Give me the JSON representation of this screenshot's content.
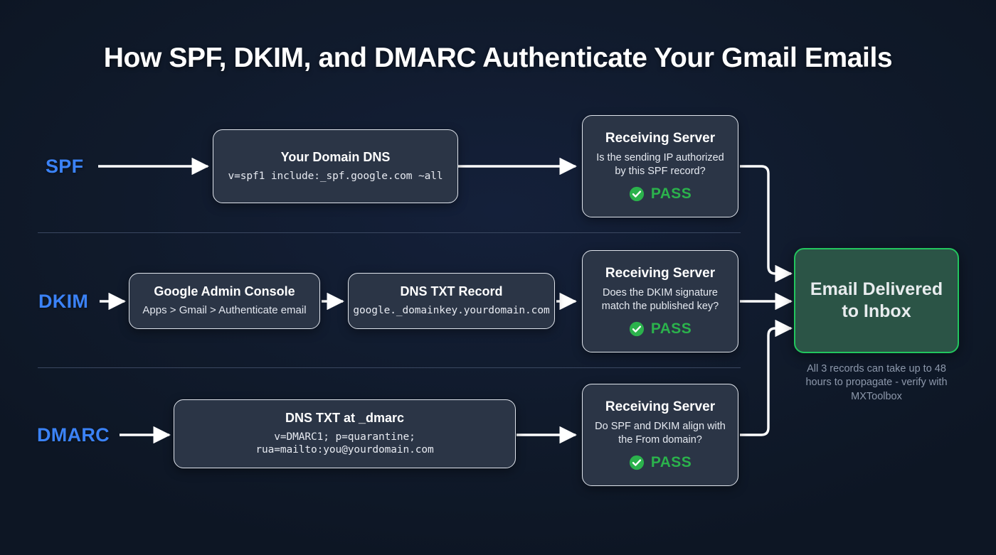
{
  "title": "How SPF, DKIM, and DMARC Authenticate Your Gmail Emails",
  "colors": {
    "background": "#101a2b",
    "node_fill": "#2b3546",
    "node_border": "#dfe4ec",
    "label_blue": "#3b82f6",
    "pass_green": "#2bb24c",
    "success_border": "#22c55e",
    "success_fill": "#2b5446",
    "connector": "#ffffff",
    "divider": "#3a4760",
    "footnote_text": "#8d98ab"
  },
  "rows": [
    {
      "label": "SPF",
      "steps": [
        {
          "title": "Your Domain DNS",
          "code": "v=spf1 include:_spf.google.com ~all"
        }
      ],
      "server": {
        "title": "Receiving Server",
        "question": "Is the sending IP authorized by this SPF record?",
        "verdict": "PASS",
        "verdict_icon": "check-circle-icon"
      }
    },
    {
      "label": "DKIM",
      "steps": [
        {
          "title": "Google Admin Console",
          "sub": "Apps > Gmail > Authenticate email"
        },
        {
          "title": "DNS TXT Record",
          "code": "google._domainkey.yourdomain.com"
        }
      ],
      "server": {
        "title": "Receiving Server",
        "question": "Does the DKIM signature match the published key?",
        "verdict": "PASS",
        "verdict_icon": "check-circle-icon"
      }
    },
    {
      "label": "DMARC",
      "steps": [
        {
          "title": "DNS TXT at _dmarc",
          "code": "v=DMARC1; p=quarantine; rua=mailto:you@yourdomain.com"
        }
      ],
      "server": {
        "title": "Receiving Server",
        "question": "Do SPF and DKIM align with the From domain?",
        "verdict": "PASS",
        "verdict_icon": "check-circle-icon"
      }
    }
  ],
  "final": {
    "label": "Email Delivered to Inbox",
    "note": "All 3 records can take up to 48 hours to propagate - verify with MXToolbox"
  }
}
